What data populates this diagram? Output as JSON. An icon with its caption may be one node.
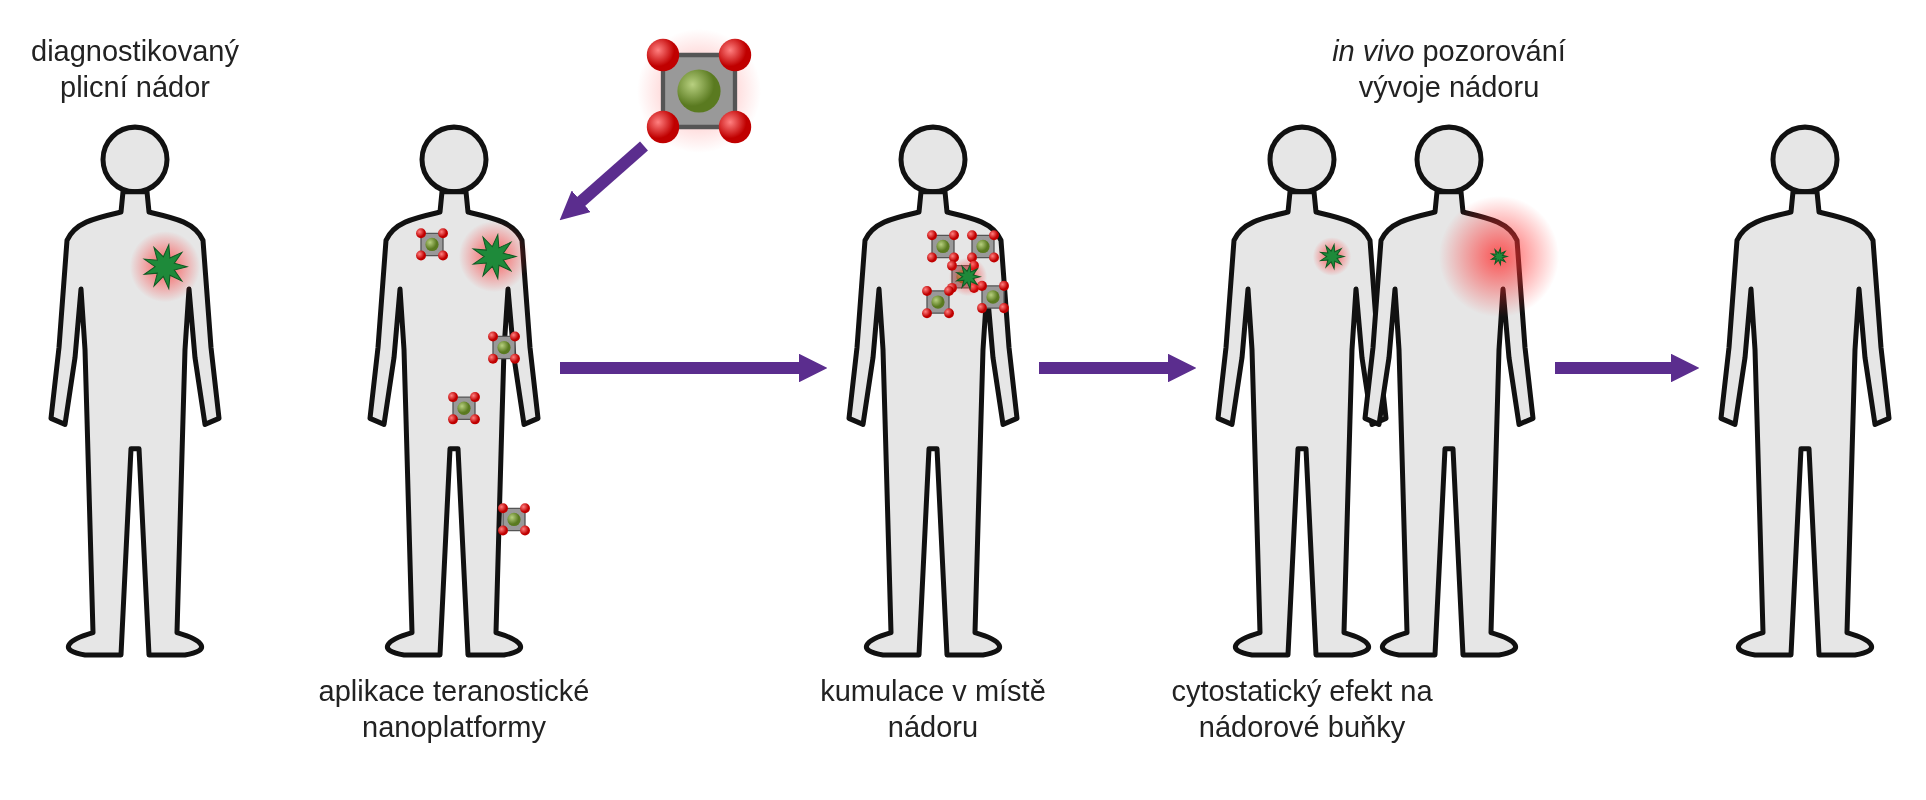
{
  "diagram": {
    "nodes": [
      {
        "text": [
          "diagnostikovaný plicní nádor"
        ]
      },
      {
        "text": [
          "aplikace teranostické nanoplatformy"
        ]
      },
      {
        "text": [],
        "shape": "picture"
      },
      {
        "text": [
          "kumulace v místě nádoru"
        ]
      },
      {
        "text": [
          "cytostatický efekt na nádorové buňky"
        ]
      },
      {
        "text": [
          "*in vivo* pozorování vývoje nádoru"
        ]
      },
      {
        "text": [],
        "shape": "person"
      }
    ],
    "edges": [
      {
        "from": 2,
        "to": 1,
        "arrow": "to"
      },
      {
        "from": 1,
        "to": 3,
        "arrow": "to"
      },
      {
        "from": 3,
        "to": 4,
        "arrow": "to"
      },
      {
        "from": 5,
        "to": 6,
        "arrow": "to"
      }
    ]
  }
}
